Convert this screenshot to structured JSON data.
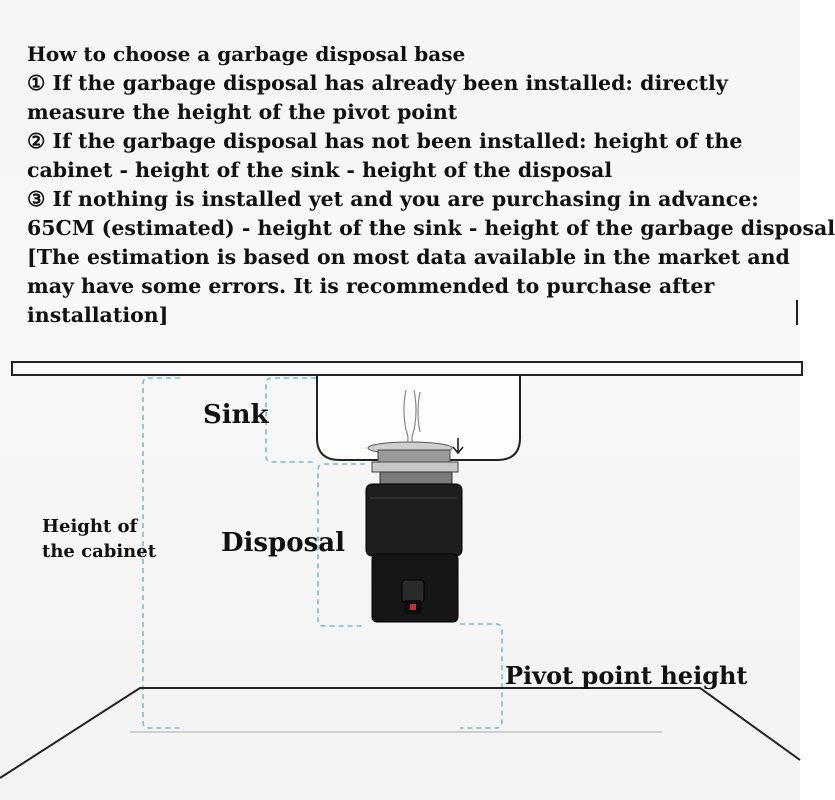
{
  "instructions": {
    "title": "How to choose a garbage disposal base",
    "lines": [
      "① If the garbage disposal has already been installed: directly",
      "measure the height of the pivot point",
      "② If the garbage disposal has not been installed: height of the",
      "cabinet - height of the sink - height of the disposal",
      "③ If nothing is installed yet and you are purchasing in advance:",
      "65CM (estimated) - height of the sink - height of the garbage disposal",
      "[The estimation is based on most data available in the market and",
      "may have some errors. It is recommended to purchase after",
      "installation]"
    ]
  },
  "labels": {
    "sink": "Sink",
    "disposal": "Disposal",
    "pivot": "Pivot point height",
    "cabinet_line1": "Height of",
    "cabinet_line2": "the cabinet"
  },
  "colors": {
    "dashed_guide": "#7fb8d4",
    "outline": "#222222",
    "disposal_body": "#1c1c1c",
    "flange": "#b9b9b9"
  }
}
